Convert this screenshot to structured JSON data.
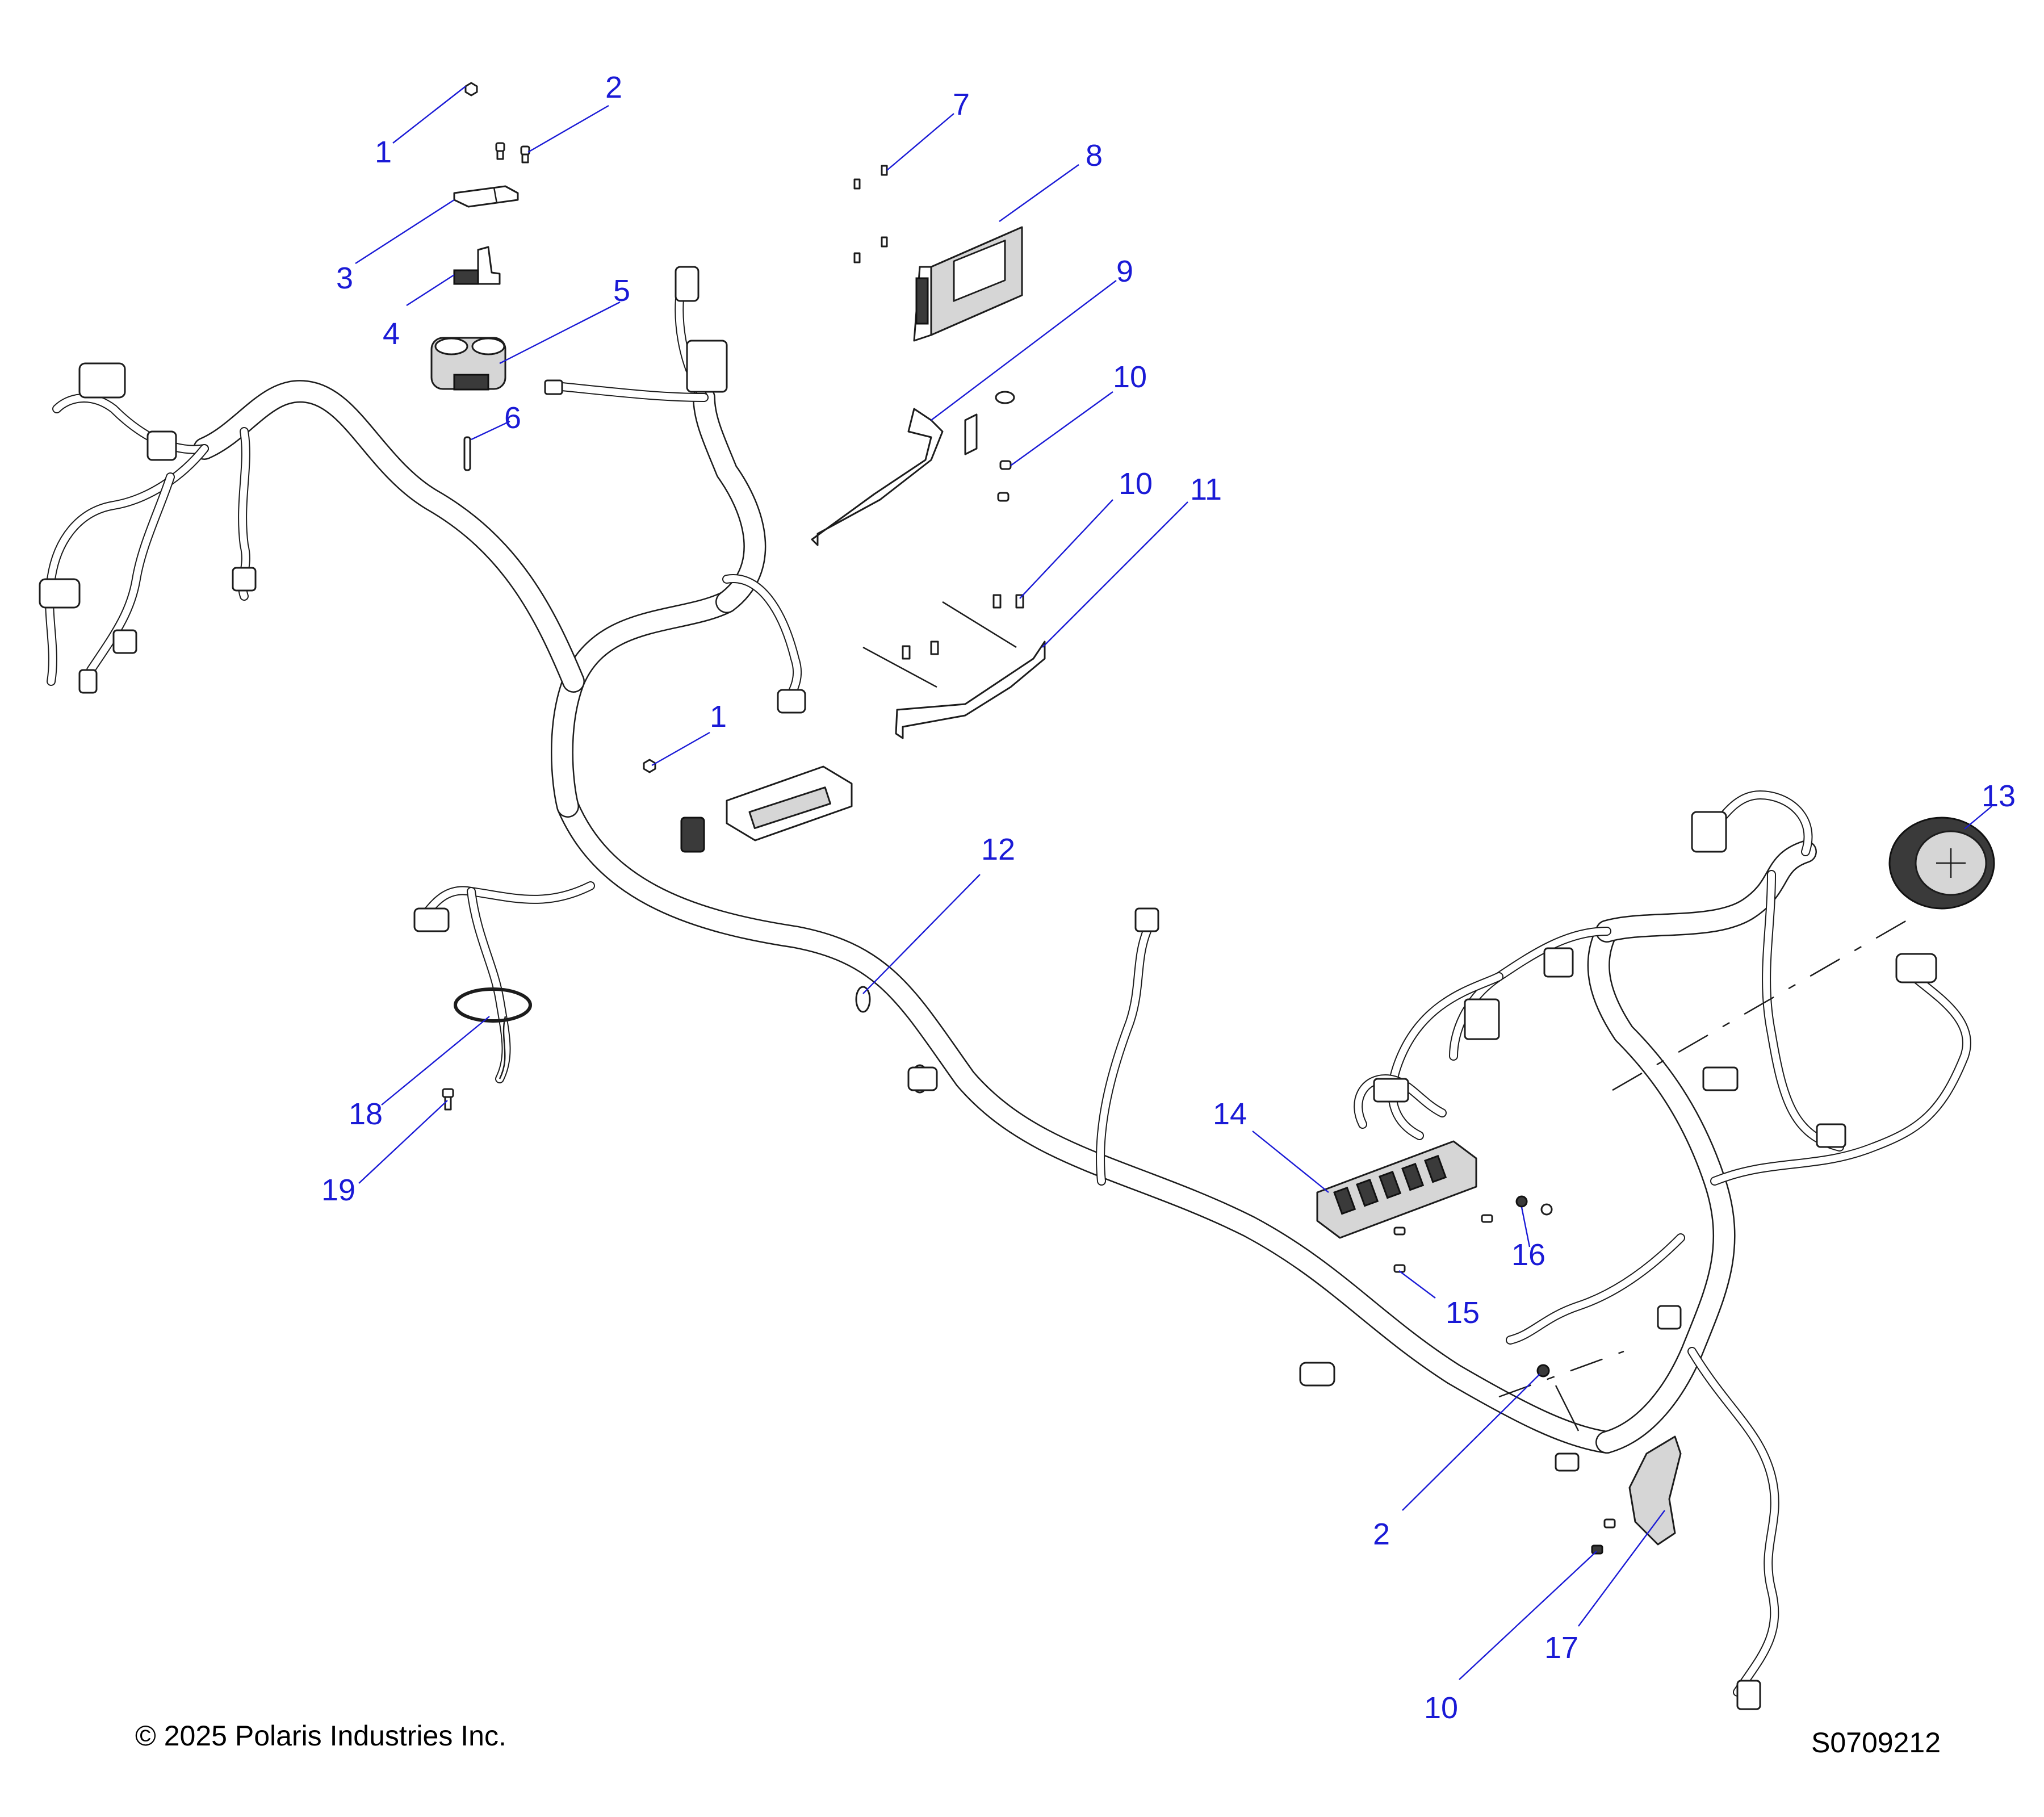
{
  "footer": {
    "copyright": "© 2025 Polaris Industries Inc.",
    "drawing_number": "S0709212"
  },
  "callouts": [
    {
      "id": "c1a",
      "label": "1"
    },
    {
      "id": "c2a",
      "label": "2"
    },
    {
      "id": "c3",
      "label": "3"
    },
    {
      "id": "c4",
      "label": "4"
    },
    {
      "id": "c5",
      "label": "5"
    },
    {
      "id": "c6",
      "label": "6"
    },
    {
      "id": "c7",
      "label": "7"
    },
    {
      "id": "c8",
      "label": "8"
    },
    {
      "id": "c9",
      "label": "9"
    },
    {
      "id": "c10a",
      "label": "10"
    },
    {
      "id": "c10b",
      "label": "10"
    },
    {
      "id": "c11",
      "label": "11"
    },
    {
      "id": "c1b",
      "label": "1"
    },
    {
      "id": "c12",
      "label": "12"
    },
    {
      "id": "c13",
      "label": "13"
    },
    {
      "id": "c14",
      "label": "14"
    },
    {
      "id": "c16",
      "label": "16"
    },
    {
      "id": "c15",
      "label": "15"
    },
    {
      "id": "c18",
      "label": "18"
    },
    {
      "id": "c19",
      "label": "19"
    },
    {
      "id": "c2b",
      "label": "2"
    },
    {
      "id": "c17",
      "label": "17"
    },
    {
      "id": "c10c",
      "label": "10"
    }
  ]
}
